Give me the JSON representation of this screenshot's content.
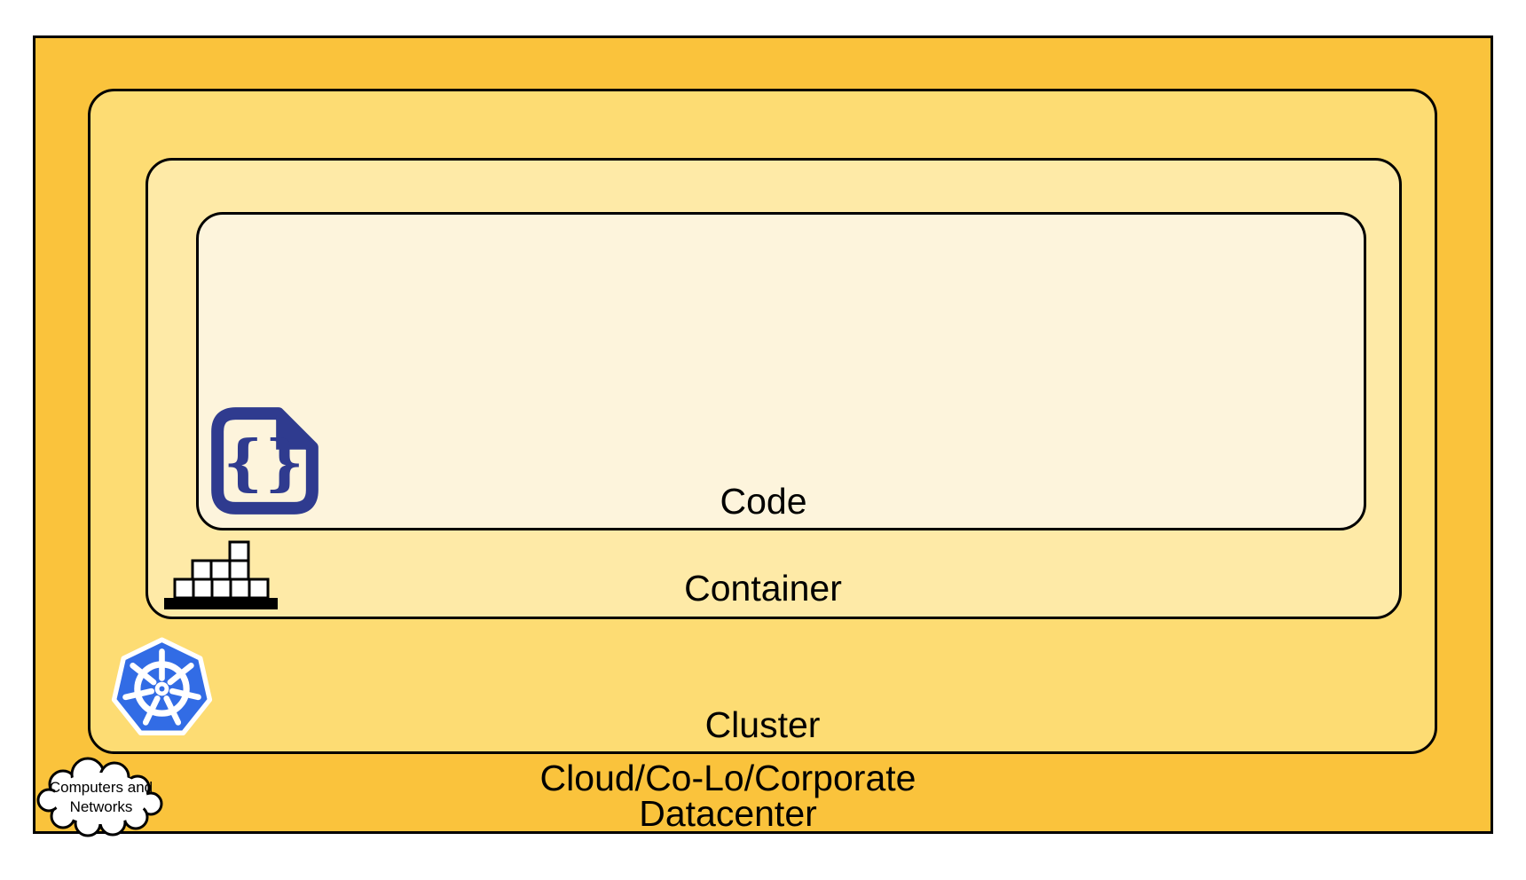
{
  "diagram": {
    "title": "Kubernetes deployment nesting diagram",
    "layers": {
      "code": {
        "label": "Code",
        "fill": "#FDF4DC"
      },
      "container": {
        "label": "Container",
        "fill": "#FEEAA7"
      },
      "cluster": {
        "label": "Cluster",
        "fill": "#FDDC73"
      },
      "datacenter": {
        "label_line1": "Cloud/Co-Lo/Corporate",
        "label_line2": "Datacenter",
        "fill": "#FAC33C"
      }
    },
    "cloud_callout": {
      "line1": "Computers and",
      "line2": "Networks"
    },
    "icons": {
      "code": "code-file-icon",
      "container": "container-boxes-icon",
      "cluster": "kubernetes-icon",
      "datacenter": "cloud-icon"
    },
    "colors": {
      "outline": "#000000",
      "kubernetes_blue": "#326CE5",
      "code_icon_indigo": "#2F3B8F",
      "icon_box_fill": "#FFFFFF",
      "canvas_bg": "#FFFFFF"
    }
  }
}
